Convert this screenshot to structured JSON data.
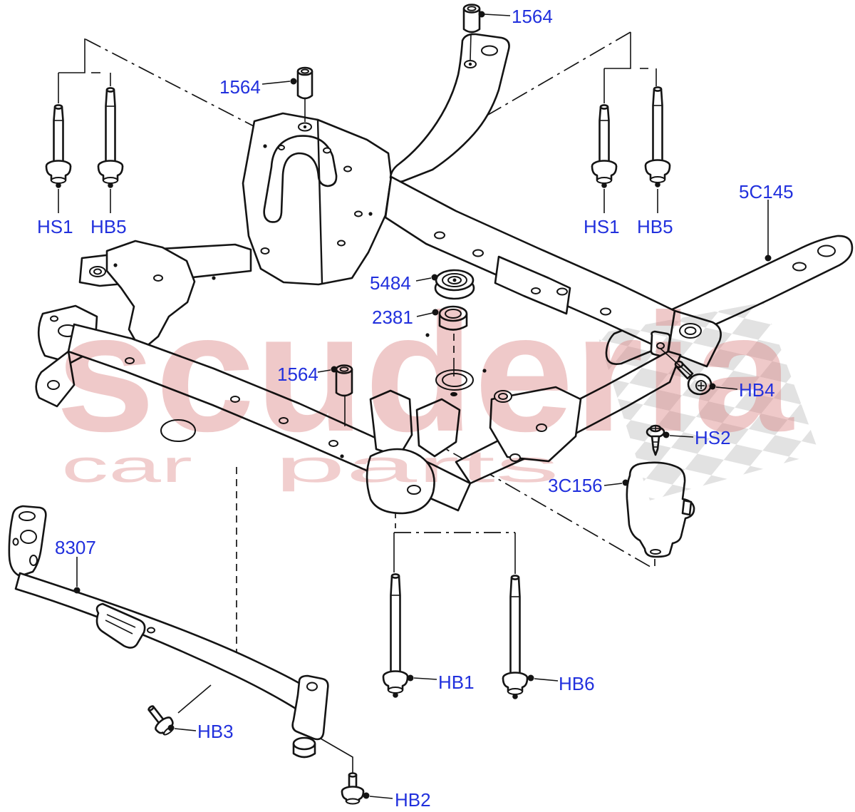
{
  "figure": {
    "type": "exploded-parts-diagram",
    "subject": "front subframe / crossmember"
  },
  "callouts": [
    {
      "id": "bushing-top",
      "label": "1564"
    },
    {
      "id": "bushing-tower",
      "label": "1564"
    },
    {
      "id": "stud-left",
      "label": "HS1"
    },
    {
      "id": "bolt-left",
      "label": "HB5"
    },
    {
      "id": "stud-right",
      "label": "HS1"
    },
    {
      "id": "bolt-right",
      "label": "HB5"
    },
    {
      "id": "extension-arm",
      "label": "5C145"
    },
    {
      "id": "insulator-mount",
      "label": "5484"
    },
    {
      "id": "spacer",
      "label": "2381"
    },
    {
      "id": "bushing-mid",
      "label": "1564"
    },
    {
      "id": "flange-bolt-hb4",
      "label": "HB4"
    },
    {
      "id": "screw-hs2",
      "label": "HS2"
    },
    {
      "id": "damper-mount",
      "label": "3C156"
    },
    {
      "id": "crossbar",
      "label": "8307"
    },
    {
      "id": "long-bolt-hb1",
      "label": "HB1"
    },
    {
      "id": "long-bolt-hb6",
      "label": "HB6"
    },
    {
      "id": "flange-bolt-hb3",
      "label": "HB3"
    },
    {
      "id": "flange-bolt-hb2",
      "label": "HB2"
    }
  ],
  "watermark": {
    "brand": "scuderia",
    "tagline_left": "car",
    "tagline_right": "parts"
  },
  "colors": {
    "callout": "#2130dd",
    "line": "#141414",
    "watermark": "#d97f7f",
    "checker": "#e2e2e2",
    "background": "#ffffff"
  }
}
